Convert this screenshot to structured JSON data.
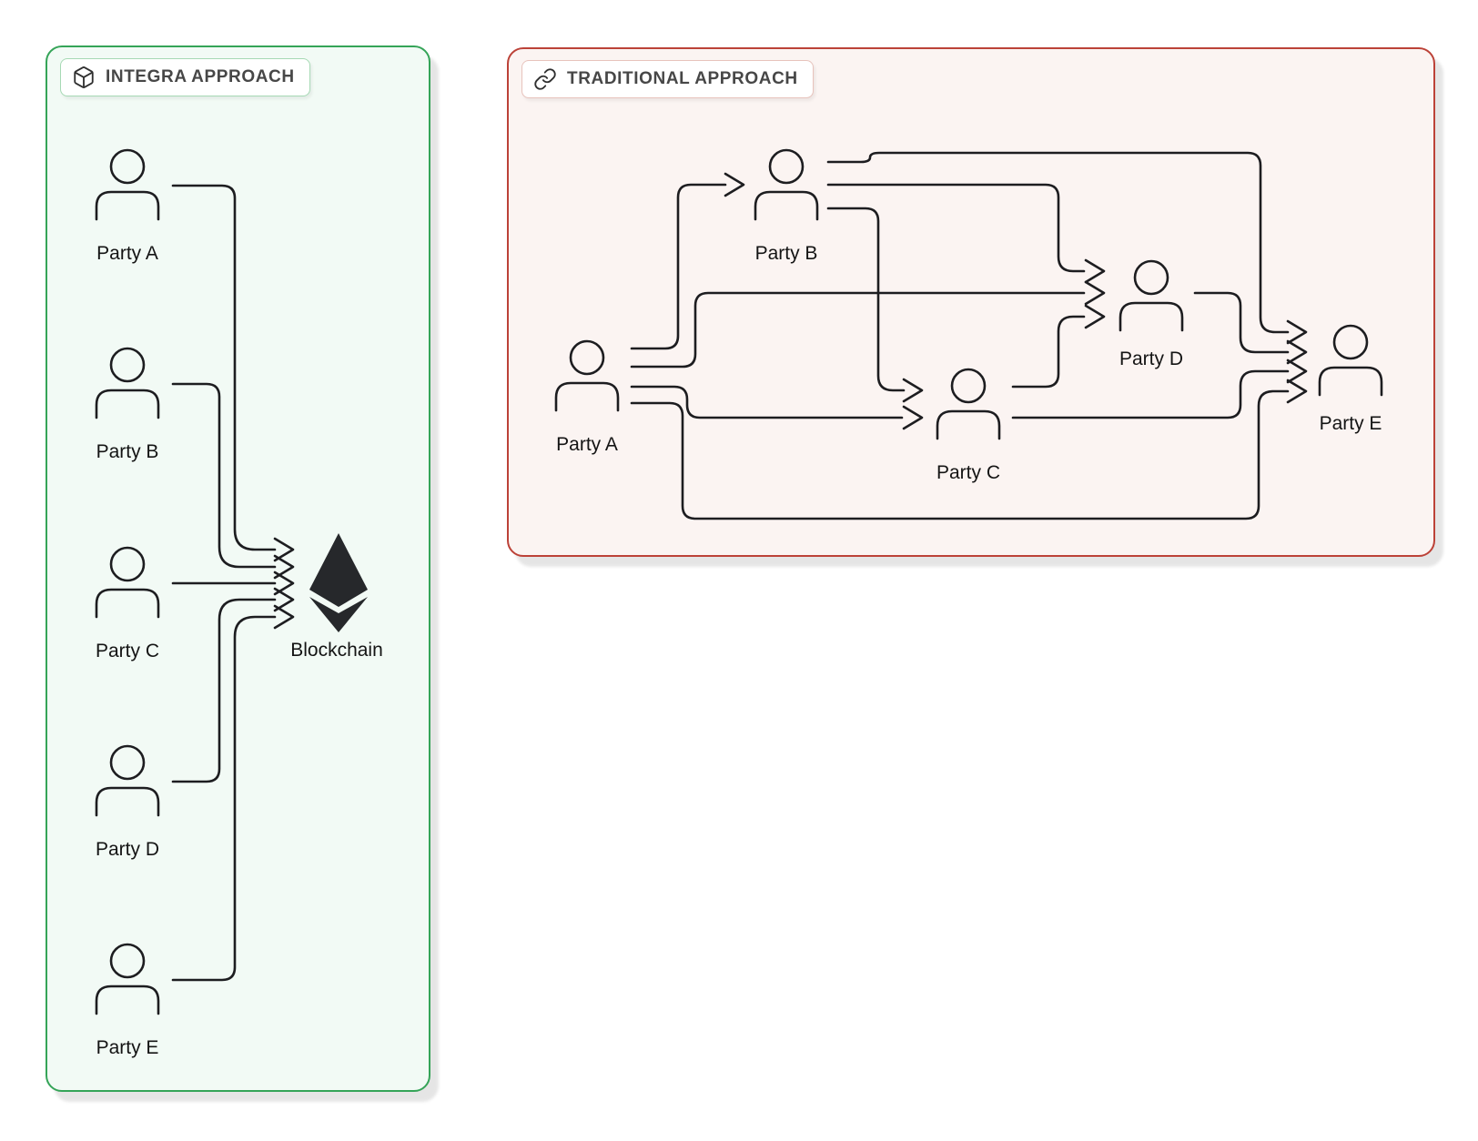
{
  "integra_panel": {
    "title": "INTEGRA APPROACH",
    "icon": "cube-icon",
    "accent_border": "#35a458",
    "background": "#f2faf5",
    "badge_border": "#a6d9b4",
    "parties": [
      "Party A",
      "Party B",
      "Party C",
      "Party D",
      "Party E"
    ],
    "hub_label": "Blockchain",
    "connections": [
      {
        "from": "Party A",
        "to": "Blockchain"
      },
      {
        "from": "Party B",
        "to": "Blockchain"
      },
      {
        "from": "Party C",
        "to": "Blockchain"
      },
      {
        "from": "Party D",
        "to": "Blockchain"
      },
      {
        "from": "Party E",
        "to": "Blockchain"
      }
    ]
  },
  "traditional_panel": {
    "title": "TRADITIONAL APPROACH",
    "icon": "link-icon",
    "accent_border": "#bc4238",
    "background": "#fbf4f2",
    "badge_border": "#e7c3bc",
    "parties": [
      "Party A",
      "Party B",
      "Party C",
      "Party D",
      "Party E"
    ],
    "connections": [
      {
        "from": "Party A",
        "to": "Party B"
      },
      {
        "from": "Party A",
        "to": "Party C"
      },
      {
        "from": "Party A",
        "to": "Party D"
      },
      {
        "from": "Party A",
        "to": "Party E"
      },
      {
        "from": "Party B",
        "to": "Party C"
      },
      {
        "from": "Party B",
        "to": "Party D"
      },
      {
        "from": "Party B",
        "to": "Party E"
      },
      {
        "from": "Party C",
        "to": "Party D"
      },
      {
        "from": "Party C",
        "to": "Party E"
      },
      {
        "from": "Party D",
        "to": "Party E"
      }
    ]
  },
  "diagram_colors": {
    "line": "#1d1d20",
    "label": "#141414",
    "ethereum": "#26282b"
  }
}
